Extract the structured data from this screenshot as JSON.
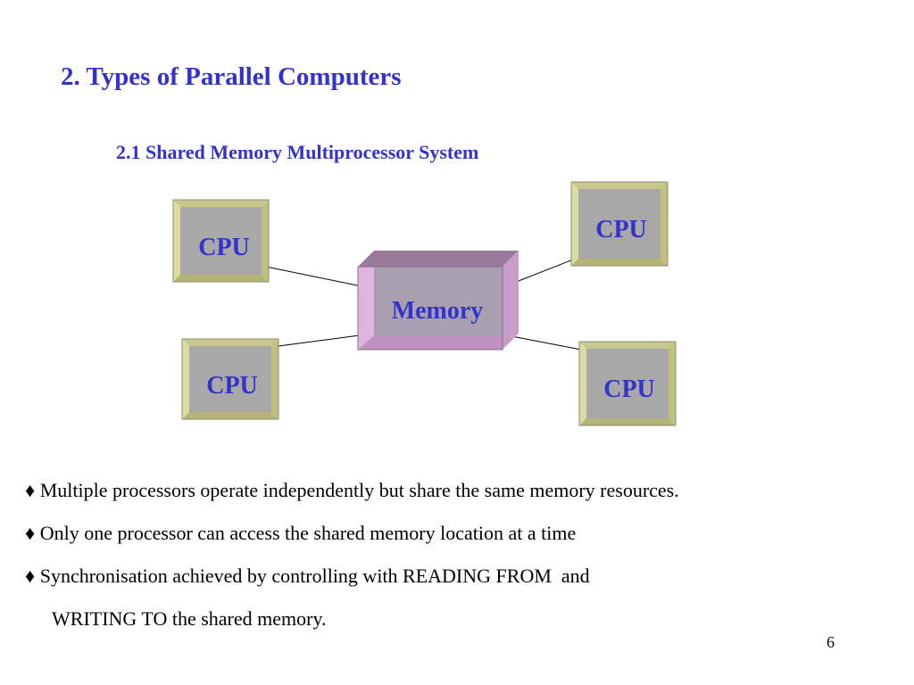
{
  "slide": {
    "title": "2. Types of Parallel Computers",
    "subtitle": "2.1 Shared Memory Multiprocessor System",
    "page_number": "6"
  },
  "diagram": {
    "nodes": [
      {
        "id": "memory",
        "label": "Memory"
      },
      {
        "id": "cpu-top-left",
        "label": "CPU"
      },
      {
        "id": "cpu-top-right",
        "label": "CPU"
      },
      {
        "id": "cpu-bottom-left",
        "label": "CPU"
      },
      {
        "id": "cpu-bottom-right",
        "label": "CPU"
      }
    ],
    "edges": [
      {
        "from": "cpu-top-left",
        "to": "memory"
      },
      {
        "from": "cpu-top-right",
        "to": "memory"
      },
      {
        "from": "cpu-bottom-left",
        "to": "memory"
      },
      {
        "from": "cpu-bottom-right",
        "to": "memory"
      }
    ],
    "colors": {
      "cpu_face": "#a8a8a8",
      "cpu_bevel": "#dcdca2",
      "memory_face": "#a8a0b0",
      "memory_bevel": "#d8a8d8",
      "label": "#3333cc"
    }
  },
  "bullets": {
    "symbol": "♦",
    "items": [
      "Multiple processors operate independently but share the same memory resources.",
      "Only one processor can access the shared memory location at a time",
      "Synchronisation achieved by controlling with READING FROM  and"
    ],
    "continuation": "WRITING TO the shared memory."
  }
}
